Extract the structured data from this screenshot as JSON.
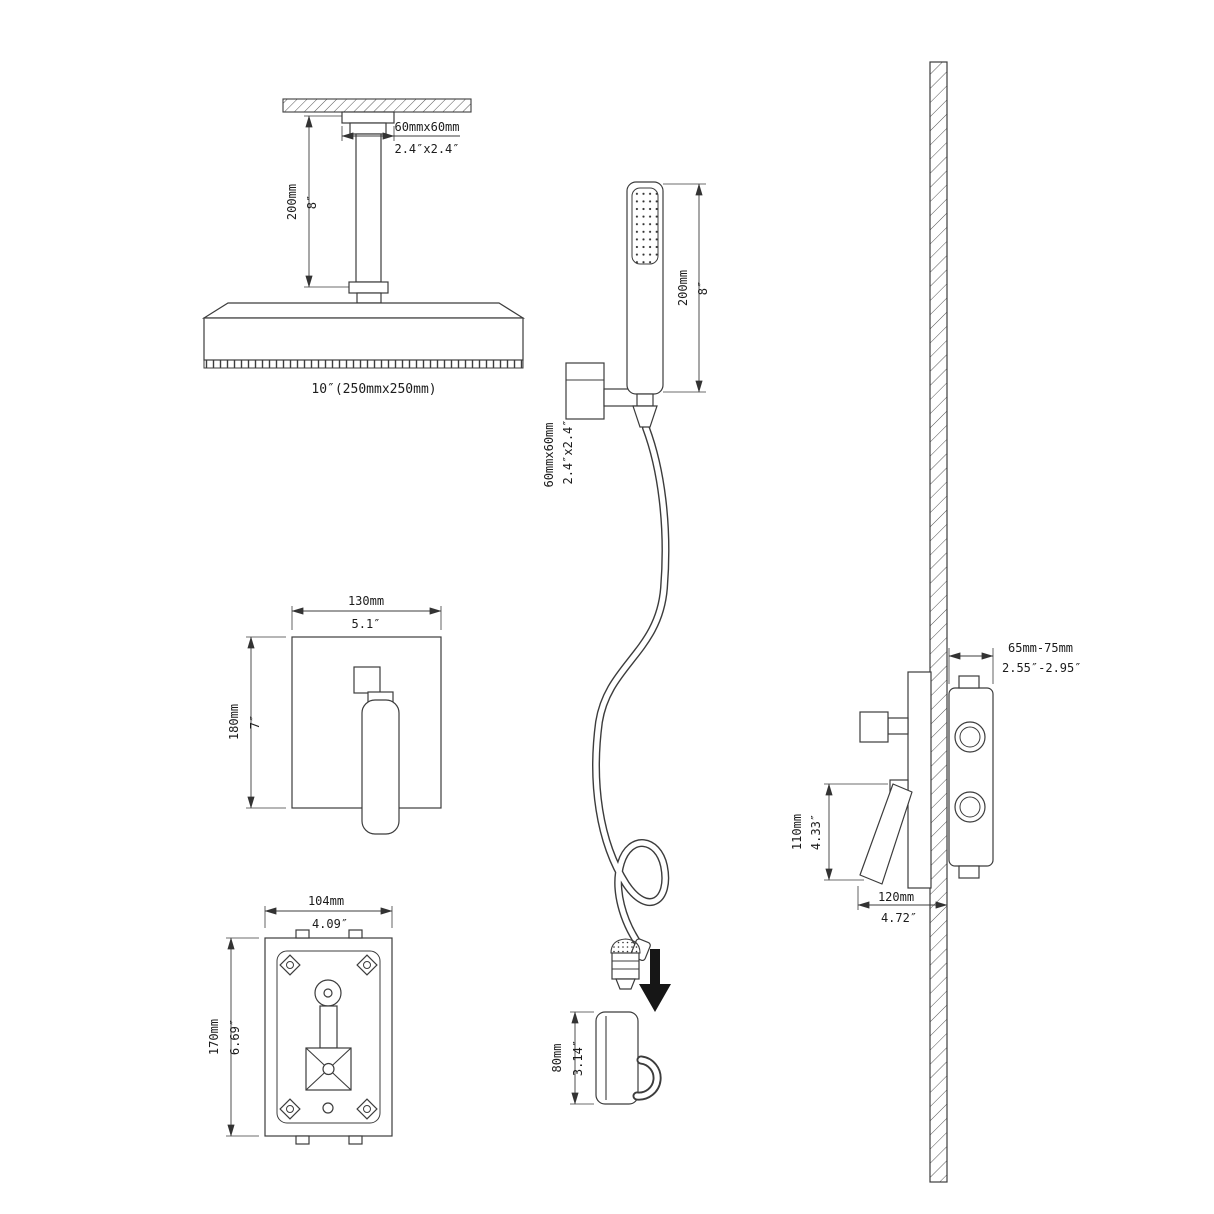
{
  "diagram": {
    "ceiling_shower": {
      "flange_mm": "60mmx60mm",
      "flange_in": "2.4″x2.4″",
      "arm_mm": "200mm",
      "arm_in": "8″",
      "head_size": "10″(250mmx250mm)"
    },
    "hand_shower": {
      "wand_mm": "200mm",
      "wand_in": "8″",
      "elbow_mm": "60mmx60mm",
      "elbow_in": "2.4″x2.4″"
    },
    "trim_plate": {
      "width_mm": "130mm",
      "width_in": "5.1″",
      "height_mm": "180mm",
      "height_in": "7″"
    },
    "rough_in_valve": {
      "width_mm": "104mm",
      "width_in": "4.09″",
      "height_mm": "170mm",
      "height_in": "6.69″"
    },
    "bracket": {
      "height_mm": "80mm",
      "height_in": "3.14″"
    },
    "in_wall_valve": {
      "depth_mm": "65mm-75mm",
      "depth_in": "2.55″-2.95″",
      "handle_mm": "110mm",
      "handle_in": "4.33″",
      "width_mm": "120mm",
      "width_in": "4.72″"
    }
  }
}
